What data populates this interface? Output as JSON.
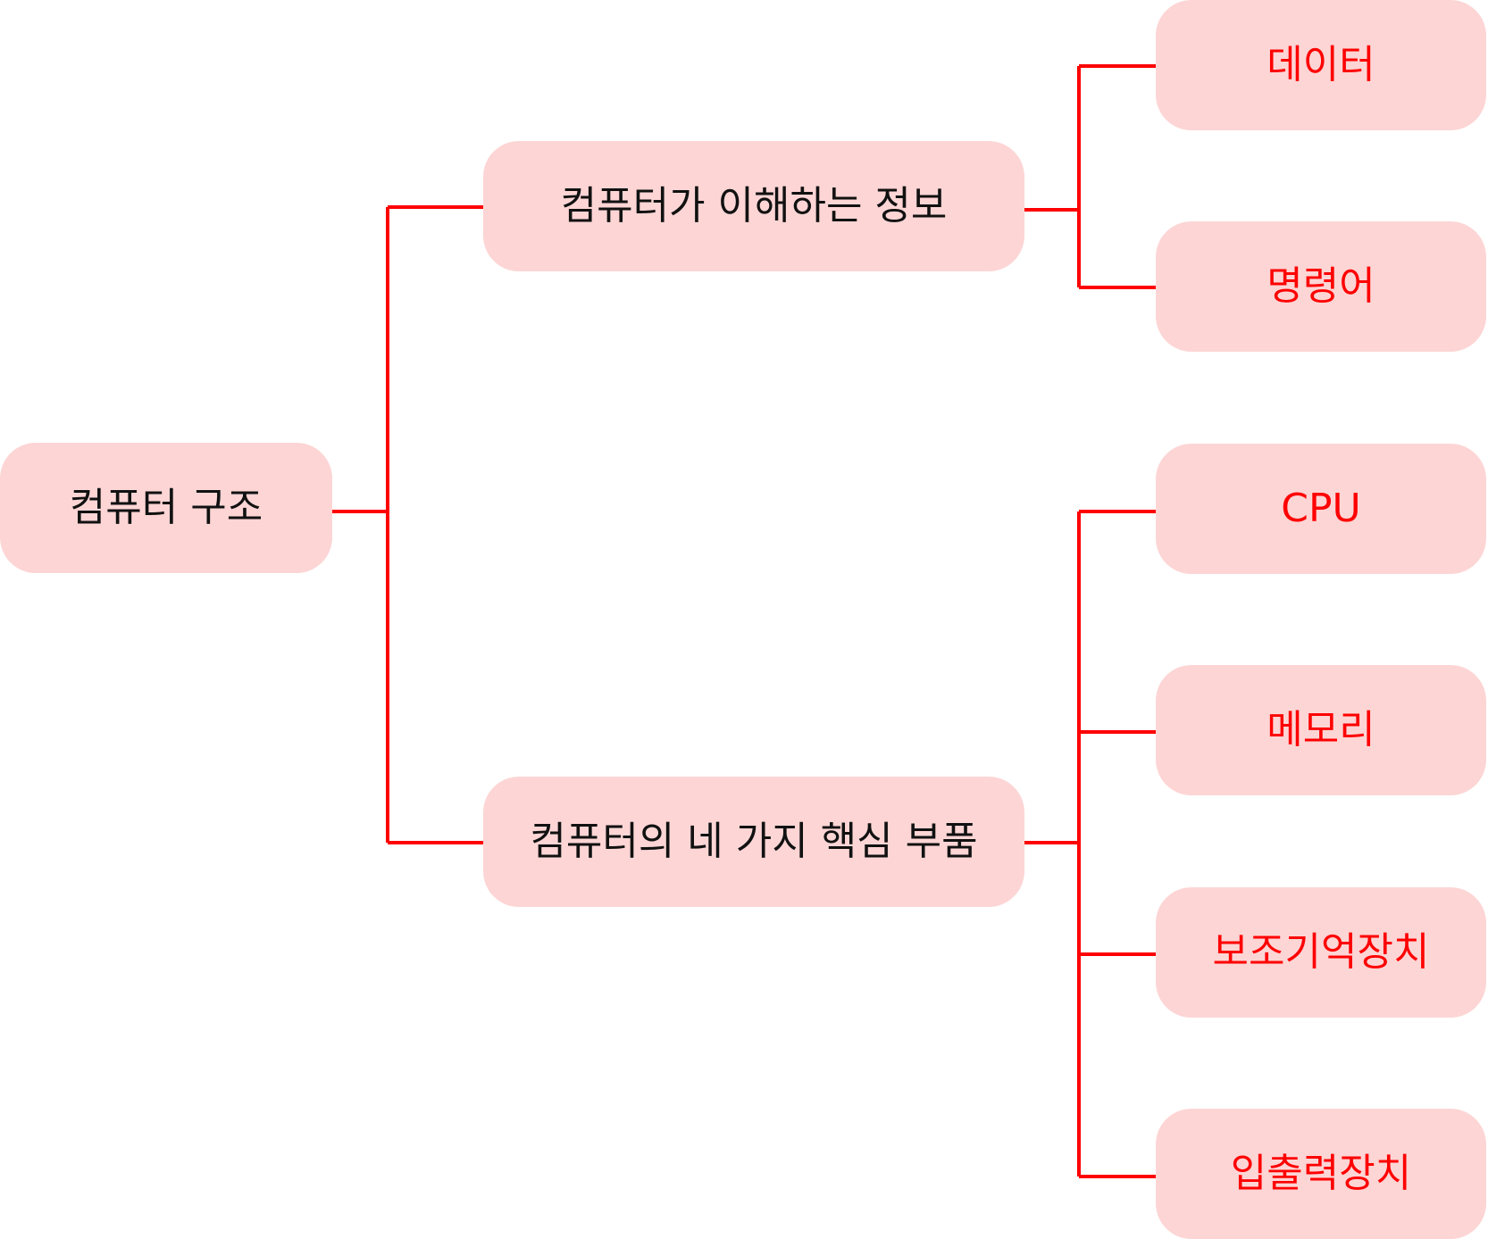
{
  "colors": {
    "node_fill": "#fdd5d5",
    "connector": "#ff0000",
    "dark_text": "#111111",
    "red_text": "#ff0000"
  },
  "tree": {
    "root": {
      "label": "컴퓨터 구조"
    },
    "branches": [
      {
        "label": "컴퓨터가 이해하는 정보",
        "children": [
          "데이터",
          "명령어"
        ]
      },
      {
        "label": "컴퓨터의 네 가지 핵심 부품",
        "children": [
          "CPU",
          "메모리",
          "보조기억장치",
          "입출력장치"
        ]
      }
    ]
  }
}
